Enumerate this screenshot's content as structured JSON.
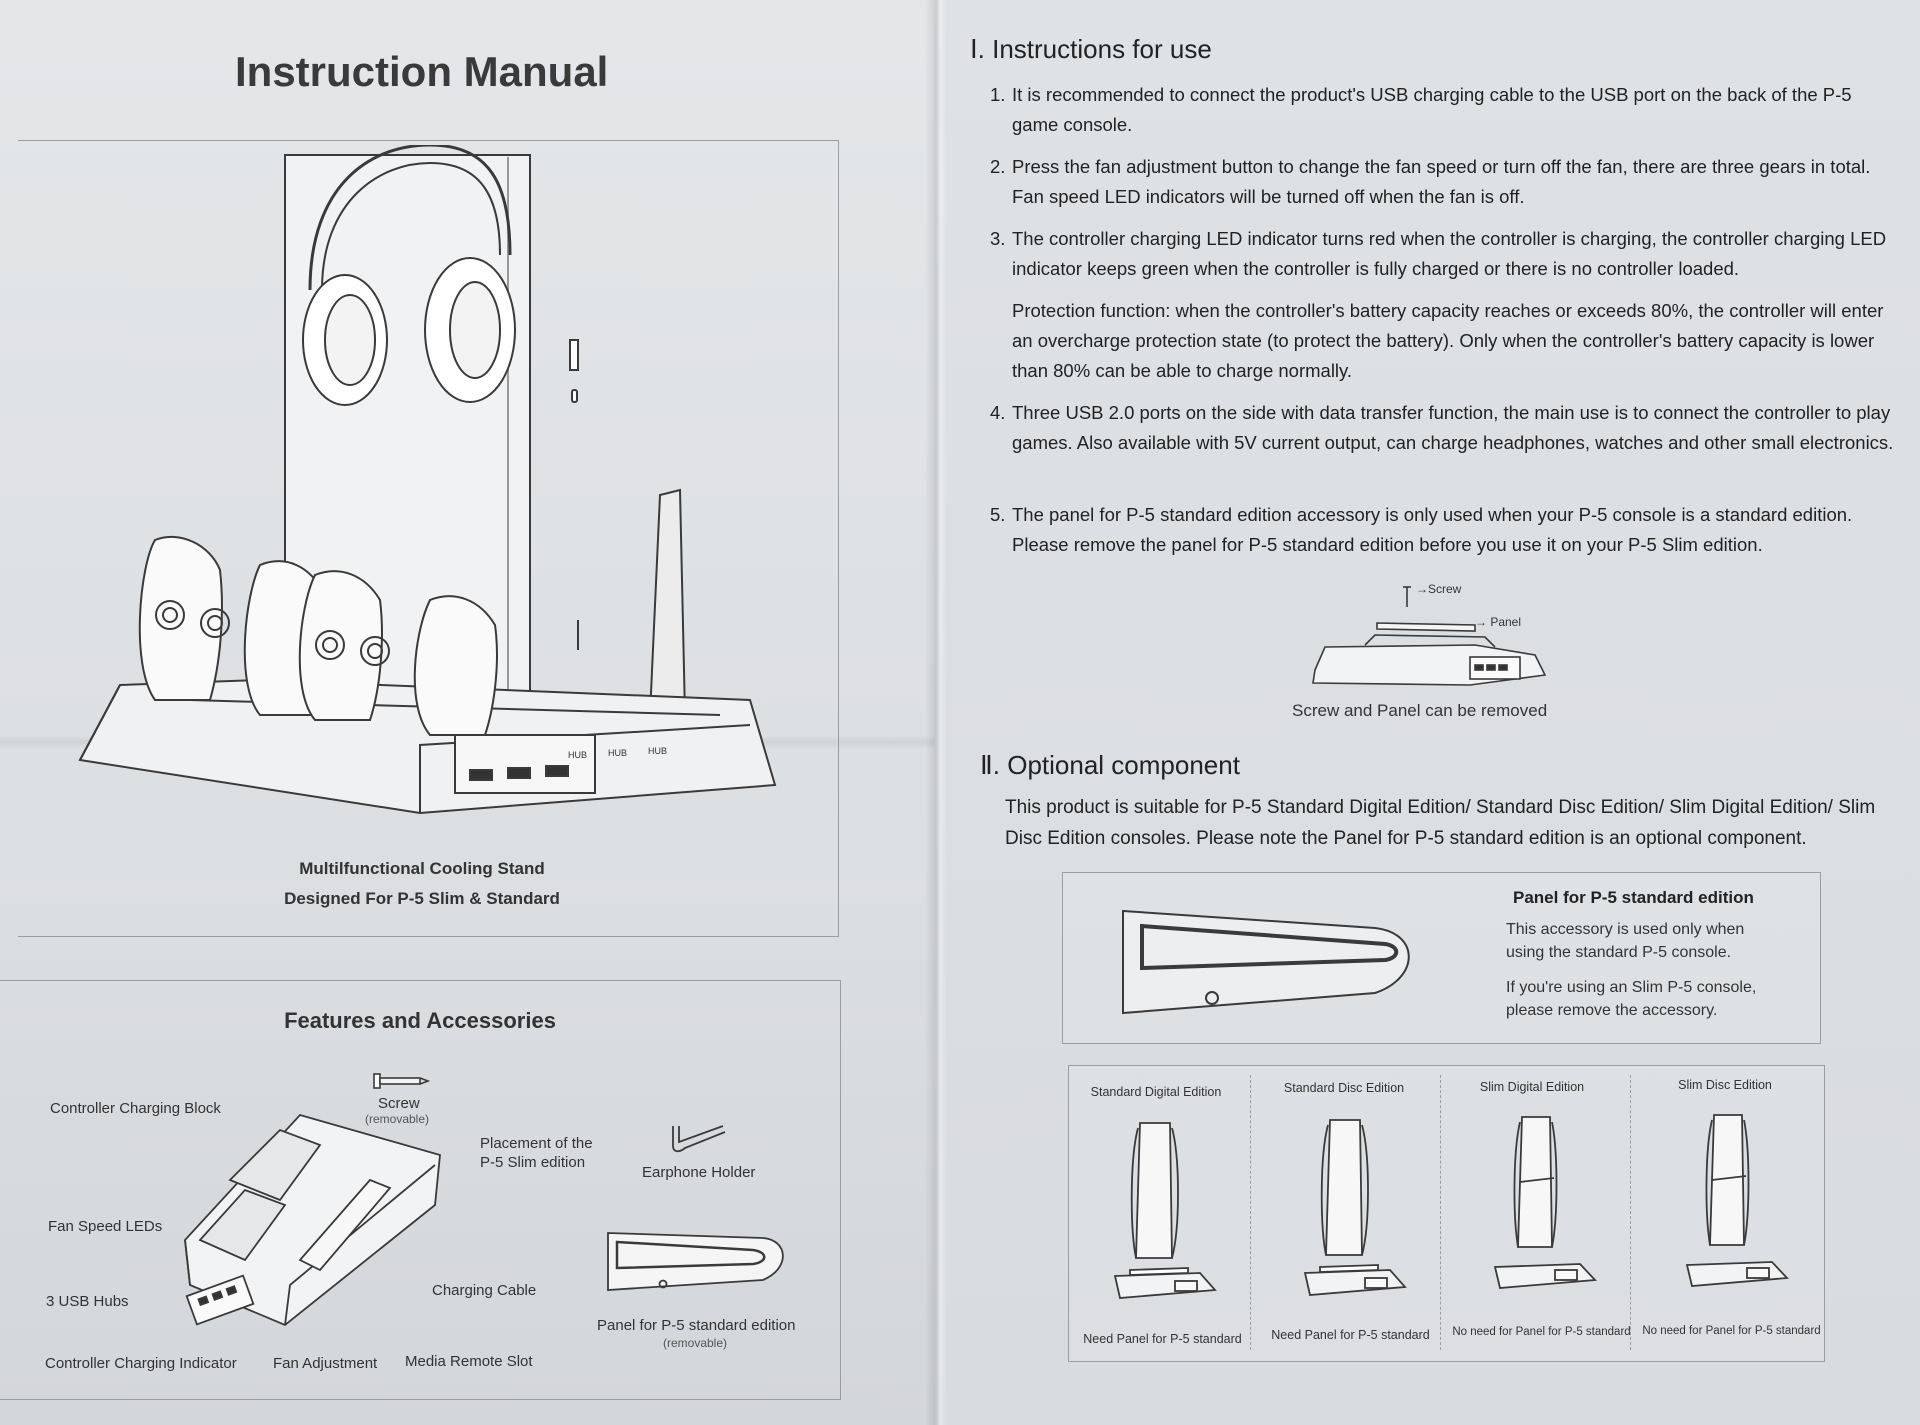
{
  "left_page": {
    "title": "Instruction Manual",
    "caption_line1": "Multilfunctional Cooling Stand",
    "caption_line2": "Designed For P-5 Slim & Standard",
    "hub_label": "HUB",
    "features": {
      "title": "Features and Accessories",
      "labels": {
        "controller_block": "Controller Charging Block",
        "screw": "Screw",
        "screw_note": "(removable)",
        "placement_line1": "Placement of the",
        "placement_line2": "P-5 Slim edition",
        "earphone_holder": "Earphone Holder",
        "fan_speed_leds": "Fan Speed LEDs",
        "usb_hubs": "3 USB Hubs",
        "charging_cable": "Charging Cable",
        "panel_standard": "Panel for P-5 standard edition",
        "panel_note": "(removable)",
        "charging_indicator": "Controller Charging Indicator",
        "fan_adjustment": "Fan Adjustment",
        "media_remote_slot": "Media Remote Slot"
      }
    }
  },
  "right_page": {
    "section1": {
      "numeral": "Ⅰ",
      "title": ". Instructions for use",
      "items": [
        {
          "num": "1.",
          "text": "It is recommended to connect the product's USB charging cable to the USB port on the back of the P-5 game console."
        },
        {
          "num": "2.",
          "text": "Press the fan adjustment button to change the fan speed or turn off the fan, there are three gears in total. Fan speed LED indicators will be turned off when the fan is off."
        },
        {
          "num": "3.",
          "text": "The controller charging LED indicator turns red when the controller is charging, the controller charging LED indicator keeps green when the controller is fully charged or there is no controller loaded."
        },
        {
          "num": "4.",
          "text": "Three USB 2.0 ports on the side with data transfer function, the main use is to connect the controller to play games. Also available with 5V current output, can charge headphones, watches and other small electronics."
        },
        {
          "num": "5.",
          "text": "The panel for P-5 standard edition accessory is only used when your P-5 console is a standard edition. Please remove the panel for P-5 standard edition before you use it on your P-5 Slim edition."
        }
      ],
      "protection": "Protection function: when the controller's battery capacity reaches or exceeds 80%, the controller will enter an overcharge protection state (to protect the battery). Only when the controller's battery capacity is lower than 80% can be able to charge normally.",
      "diagram": {
        "screw_label": "→Screw",
        "panel_label": "→ Panel",
        "caption": "Screw and Panel can be removed"
      }
    },
    "section2": {
      "numeral": "Ⅱ",
      "title": ". Optional component",
      "text": "This product is suitable for P-5 Standard Digital Edition/ Standard Disc Edition/ Slim Digital Edition/ Slim Disc Edition consoles. Please note the Panel for P-5 standard edition is an optional component.",
      "panel_box": {
        "heading": "Panel for P-5 standard edition",
        "line1": "This accessory is used only when",
        "line2": "using the standard P-5 console.",
        "line3": "If you're using an Slim P-5 console,",
        "line4": "please remove the accessory."
      },
      "editions": [
        {
          "title": "Standard Digital Edition",
          "note": "Need Panel for P-5 standard"
        },
        {
          "title": "Standard Disc Edition",
          "note": "Need Panel for P-5 standard"
        },
        {
          "title": "Slim Digital Edition",
          "note": "No need for Panel for P-5 standard"
        },
        {
          "title": "Slim Disc Edition",
          "note": "No need for Panel for P-5 standard"
        }
      ]
    }
  }
}
